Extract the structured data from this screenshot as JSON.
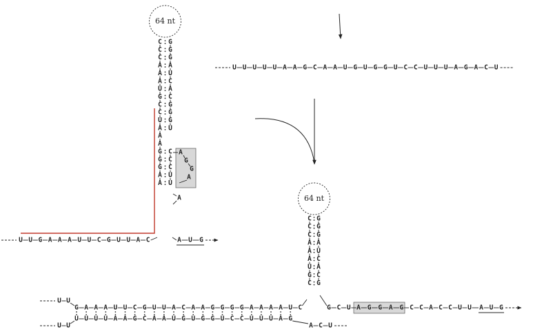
{
  "loop_label": "64 nt",
  "left_hairpin": {
    "stem_left": [
      "C",
      "C",
      "C",
      "A",
      "A",
      "A",
      "U",
      "G",
      "C",
      "C",
      "U",
      "A",
      "A",
      "A",
      "G",
      "G",
      "G",
      "A",
      "A"
    ],
    "stem_right": [
      "G",
      "G",
      "G",
      "A",
      "U",
      "C",
      "A",
      "C",
      "G",
      "G",
      "G",
      "U",
      "",
      "",
      "C",
      "C",
      "C",
      "U",
      "U"
    ],
    "bulge_right": [
      "A"
    ],
    "boxed_bulge": [
      "A",
      "G",
      "G",
      "A"
    ],
    "tail_left": [
      "U",
      "U",
      "G",
      "A",
      "A",
      "A",
      "U",
      "U",
      "C",
      "G",
      "U",
      "U",
      "A",
      "C"
    ],
    "tail_right": [
      "A",
      "U",
      "G"
    ]
  },
  "mrna_strand": [
    "U",
    "U",
    "U",
    "U",
    "U",
    "A",
    "A",
    "G",
    "C",
    "A",
    "A",
    "U",
    "G",
    "U",
    "G",
    "G",
    "U",
    "C",
    "C",
    "U",
    "U",
    "U",
    "A",
    "G",
    "A",
    "C",
    "U"
  ],
  "right_hairpin": {
    "stem_left": [
      "C",
      "C",
      "C",
      "A",
      "A",
      "A",
      "U",
      "G",
      "C"
    ],
    "stem_right": [
      "G",
      "G",
      "G",
      "A",
      "U",
      "C",
      "A",
      "C",
      "G"
    ],
    "tail_right": [
      "G",
      "C",
      "U"
    ],
    "boxed_seq": [
      "A",
      "G",
      "G",
      "A",
      "G"
    ],
    "tail_after": [
      "C",
      "C",
      "A",
      "C",
      "C",
      "U",
      "U"
    ],
    "start_codon": [
      "A",
      "U",
      "G"
    ]
  },
  "duplex": {
    "top_cap": [
      "U",
      "U"
    ],
    "bottom_cap": [
      "U",
      "U"
    ],
    "top": [
      "G",
      "A",
      "A",
      "A",
      "U",
      "U",
      "C",
      "G",
      "U",
      "U",
      "A",
      "C",
      "A",
      "A",
      "G",
      "G",
      "G",
      "G",
      "A",
      "A",
      "A",
      "A",
      "U",
      "C"
    ],
    "bottom": [
      "U",
      "U",
      "U",
      "U",
      "A",
      "A",
      "G",
      "C",
      "A",
      "A",
      "U",
      "G",
      "U",
      "G",
      "G",
      "U",
      "C",
      "C",
      "U",
      "U",
      "U",
      "A",
      "G"
    ],
    "tail_bottom": [
      "A",
      "C",
      "U"
    ]
  },
  "colors": {
    "red_line": "#c0392b",
    "box_fill": "#d8d8d8"
  }
}
